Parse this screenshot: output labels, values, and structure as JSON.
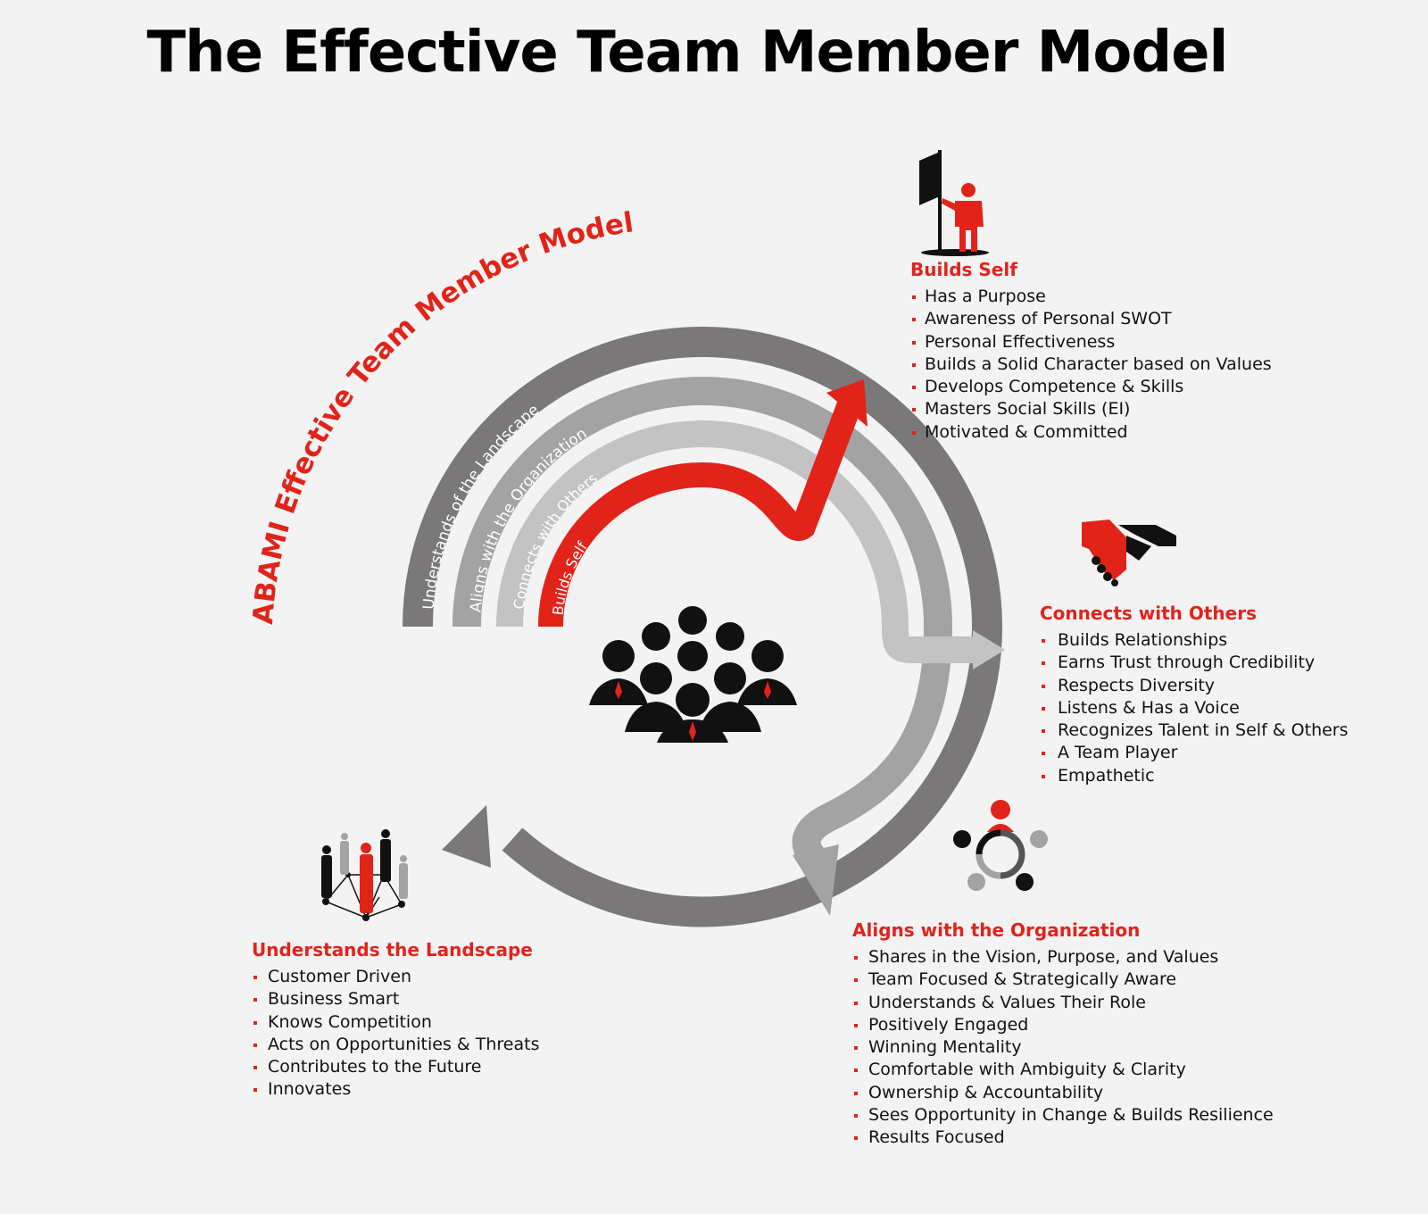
{
  "title": "The Effective Team Member Model",
  "arc_title": "ABAMI Effective Team Member Model",
  "rings": {
    "landscape": "Understands of the Landscape",
    "aligns": "Aligns with the Organization",
    "connects": "Connects with Others",
    "self": "Builds Self"
  },
  "sections": {
    "builds_self": {
      "heading": "Builds Self",
      "items": [
        "Has a Purpose",
        "Awareness of Personal SWOT",
        "Personal Effectiveness",
        "Builds a Solid Character based on Values",
        "Develops Competence & Skills",
        "Masters Social Skills (EI)",
        "Motivated & Committed"
      ]
    },
    "connects": {
      "heading": "Connects with Others",
      "items": [
        "Builds Relationships",
        "Earns Trust through Credibility",
        "Respects Diversity",
        "Listens & Has a Voice",
        "Recognizes Talent in Self & Others",
        "A Team Player",
        "Empathetic"
      ]
    },
    "aligns": {
      "heading": "Aligns with the Organization",
      "items": [
        "Shares in the Vision, Purpose, and Values",
        "Team Focused & Strategically Aware",
        "Understands & Values Their Role",
        "Positively Engaged",
        "Winning Mentality",
        "Comfortable with Ambiguity & Clarity",
        "Ownership & Accountability",
        "Sees Opportunity in Change & Builds Resilience",
        "Results Focused"
      ]
    },
    "landscape": {
      "heading": "Understands the Landscape",
      "items": [
        "Customer Driven",
        "Business Smart",
        "Knows Competition",
        "Acts on Opportunities & Threats",
        "Contributes to the Future",
        "Innovates"
      ]
    }
  },
  "colors": {
    "accent": "#e2231a",
    "ring_dark": "#7a7878",
    "ring_mid": "#a3a3a3",
    "ring_light": "#c3c3c3",
    "background": "#f3f3f3"
  },
  "icons": {
    "builds_self": "person-with-flag-icon",
    "connects": "handshake-icon",
    "aligns": "team-circle-icon",
    "landscape": "business-network-icon",
    "center": "team-group-icon"
  }
}
